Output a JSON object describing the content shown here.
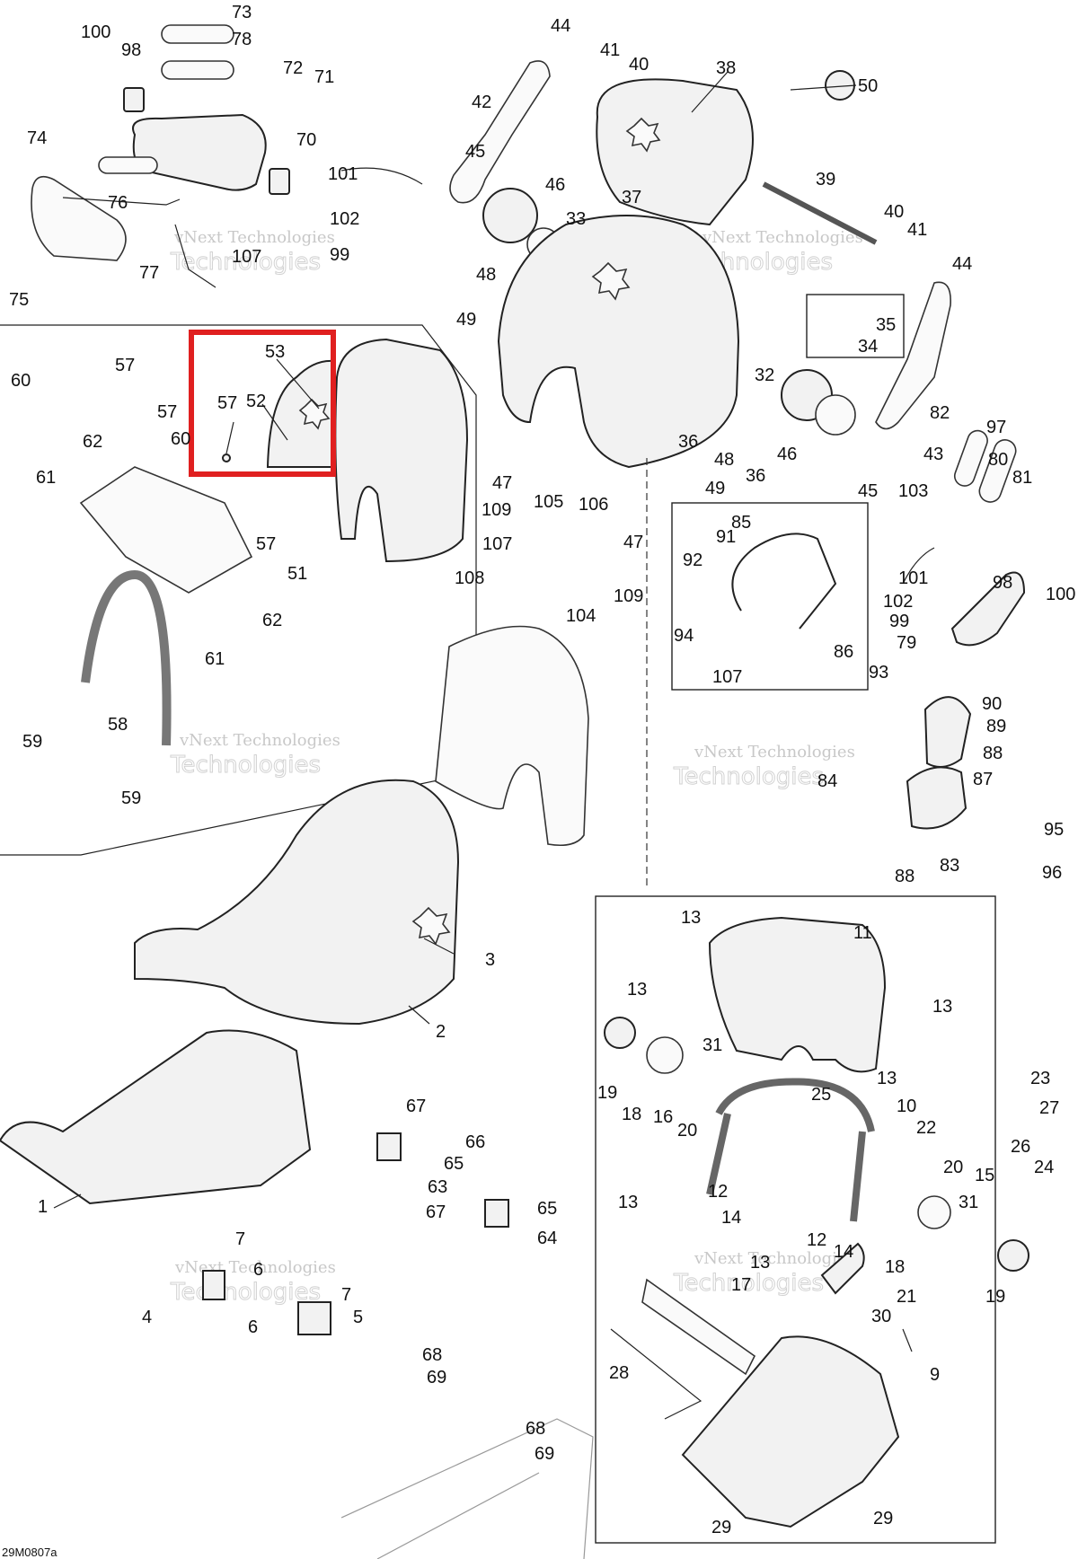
{
  "figure_code": "29M0807a",
  "watermark": {
    "line1": "vNext Technologies",
    "line2": "Technologies"
  },
  "highlight_color": "#e02020",
  "labels": {
    "l1": "1",
    "l2": "2",
    "l3": "3",
    "l4": "4",
    "l5": "5",
    "l6a": "6",
    "l6b": "6",
    "l7a": "7",
    "l7b": "7",
    "l9": "9",
    "l10": "10",
    "l11": "11",
    "l12a": "12",
    "l12b": "12",
    "l13a": "13",
    "l13b": "13",
    "l13c": "13",
    "l13d": "13",
    "l13e": "13",
    "l13f": "13",
    "l14a": "14",
    "l14b": "14",
    "l15": "15",
    "l16": "16",
    "l17": "17",
    "l18a": "18",
    "l18b": "18",
    "l19a": "19",
    "l19b": "19",
    "l20a": "20",
    "l20b": "20",
    "l21": "21",
    "l22": "22",
    "l23": "23",
    "l24": "24",
    "l25": "25",
    "l26": "26",
    "l27": "27",
    "l28": "28",
    "l29a": "29",
    "l29b": "29",
    "l30": "30",
    "l31a": "31",
    "l31b": "31",
    "l32": "32",
    "l33": "33",
    "l34": "34",
    "l35": "35",
    "l36a": "36",
    "l36b": "36",
    "l37": "37",
    "l38": "38",
    "l39": "39",
    "l40a": "40",
    "l40b": "40",
    "l41a": "41",
    "l41b": "41",
    "l42": "42",
    "l43": "43",
    "l44a": "44",
    "l44b": "44",
    "l45a": "45",
    "l45b": "45",
    "l46a": "46",
    "l46b": "46",
    "l47a": "47",
    "l47b": "47",
    "l48a": "48",
    "l48b": "48",
    "l49a": "49",
    "l49b": "49",
    "l50": "50",
    "l51": "51",
    "l52": "52",
    "l53": "53",
    "l57a": "57",
    "l57b": "57",
    "l57c": "57",
    "l57d": "57",
    "l58": "58",
    "l59a": "59",
    "l59b": "59",
    "l60a": "60",
    "l60b": "60",
    "l61a": "61",
    "l61b": "61",
    "l62a": "62",
    "l62b": "62",
    "l63": "63",
    "l64": "64",
    "l65a": "65",
    "l65b": "65",
    "l66": "66",
    "l67a": "67",
    "l67b": "67",
    "l68a": "68",
    "l68b": "68",
    "l69a": "69",
    "l69b": "69",
    "l70": "70",
    "l71": "71",
    "l72": "72",
    "l73": "73",
    "l74": "74",
    "l75": "75",
    "l76": "76",
    "l77": "77",
    "l78": "78",
    "l79": "79",
    "l80": "80",
    "l81": "81",
    "l82": "82",
    "l83": "83",
    "l84": "84",
    "l85": "85",
    "l86": "86",
    "l87": "87",
    "l88a": "88",
    "l88b": "88",
    "l89": "89",
    "l90": "90",
    "l91": "91",
    "l92": "92",
    "l93": "93",
    "l94": "94",
    "l95": "95",
    "l96": "96",
    "l97": "97",
    "l98a": "98",
    "l98b": "98",
    "l99a": "99",
    "l99b": "99",
    "l100a": "100",
    "l100b": "100",
    "l101a": "101",
    "l101b": "101",
    "l102a": "102",
    "l102b": "102",
    "l103": "103",
    "l104": "104",
    "l105": "105",
    "l106": "106",
    "l107a": "107",
    "l107b": "107",
    "l107c": "107",
    "l108": "108",
    "l109a": "109",
    "l109b": "109"
  }
}
